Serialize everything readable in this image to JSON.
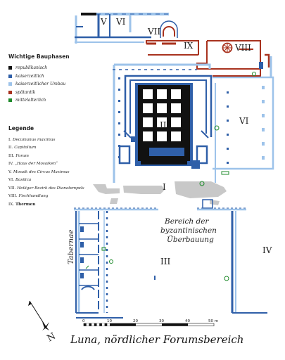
{
  "phases": {
    "heading": "Wichtige Bauphasen",
    "items": [
      {
        "label": "republikanisch",
        "color": "#111111"
      },
      {
        "label": "kaiserzeitlich",
        "color": "#2f5fa8"
      },
      {
        "label": "kaiserzeitlicher Umbau",
        "color": "#9dc3ea"
      },
      {
        "label": "spätantik",
        "color": "#a8321e"
      },
      {
        "label": "mittelalterlich",
        "color": "#1e8a2a"
      }
    ]
  },
  "legend": {
    "heading": "Legende",
    "items": [
      {
        "num": "I.",
        "name": "Decumanus maximus"
      },
      {
        "num": "II.",
        "name": "Capitolium"
      },
      {
        "num": "III.",
        "name": "Forum"
      },
      {
        "num": "IV.",
        "name": "„Haus der Mosaiken“"
      },
      {
        "num": "V.",
        "name": "Mosaik des Circus Maximus"
      },
      {
        "num": "VI.",
        "name": "Basilica"
      },
      {
        "num": "VII.",
        "name": "Heiliger Bezirk des Dianatempels"
      },
      {
        "num": "VIII.",
        "name": "Fischhandlung"
      },
      {
        "num": "IX.",
        "name": "Thermen",
        "bold": true
      }
    ]
  },
  "map_labels": {
    "v": "V",
    "vi_top": "VI",
    "vi_right": "VI",
    "vii": "VII",
    "viii": "VIII",
    "ix": "IX",
    "ii": "II",
    "i": "I",
    "iii": "III",
    "iv": "IV",
    "tabernae": "Tabernae",
    "bereich": [
      "Bereich der",
      "byzantinischen",
      "Überbauung"
    ]
  },
  "scale": {
    "ticks": [
      "0",
      "10",
      "20",
      "30",
      "40",
      "50 m"
    ]
  },
  "north": "N",
  "title": "Luna, nördlicher Forumsbereich"
}
